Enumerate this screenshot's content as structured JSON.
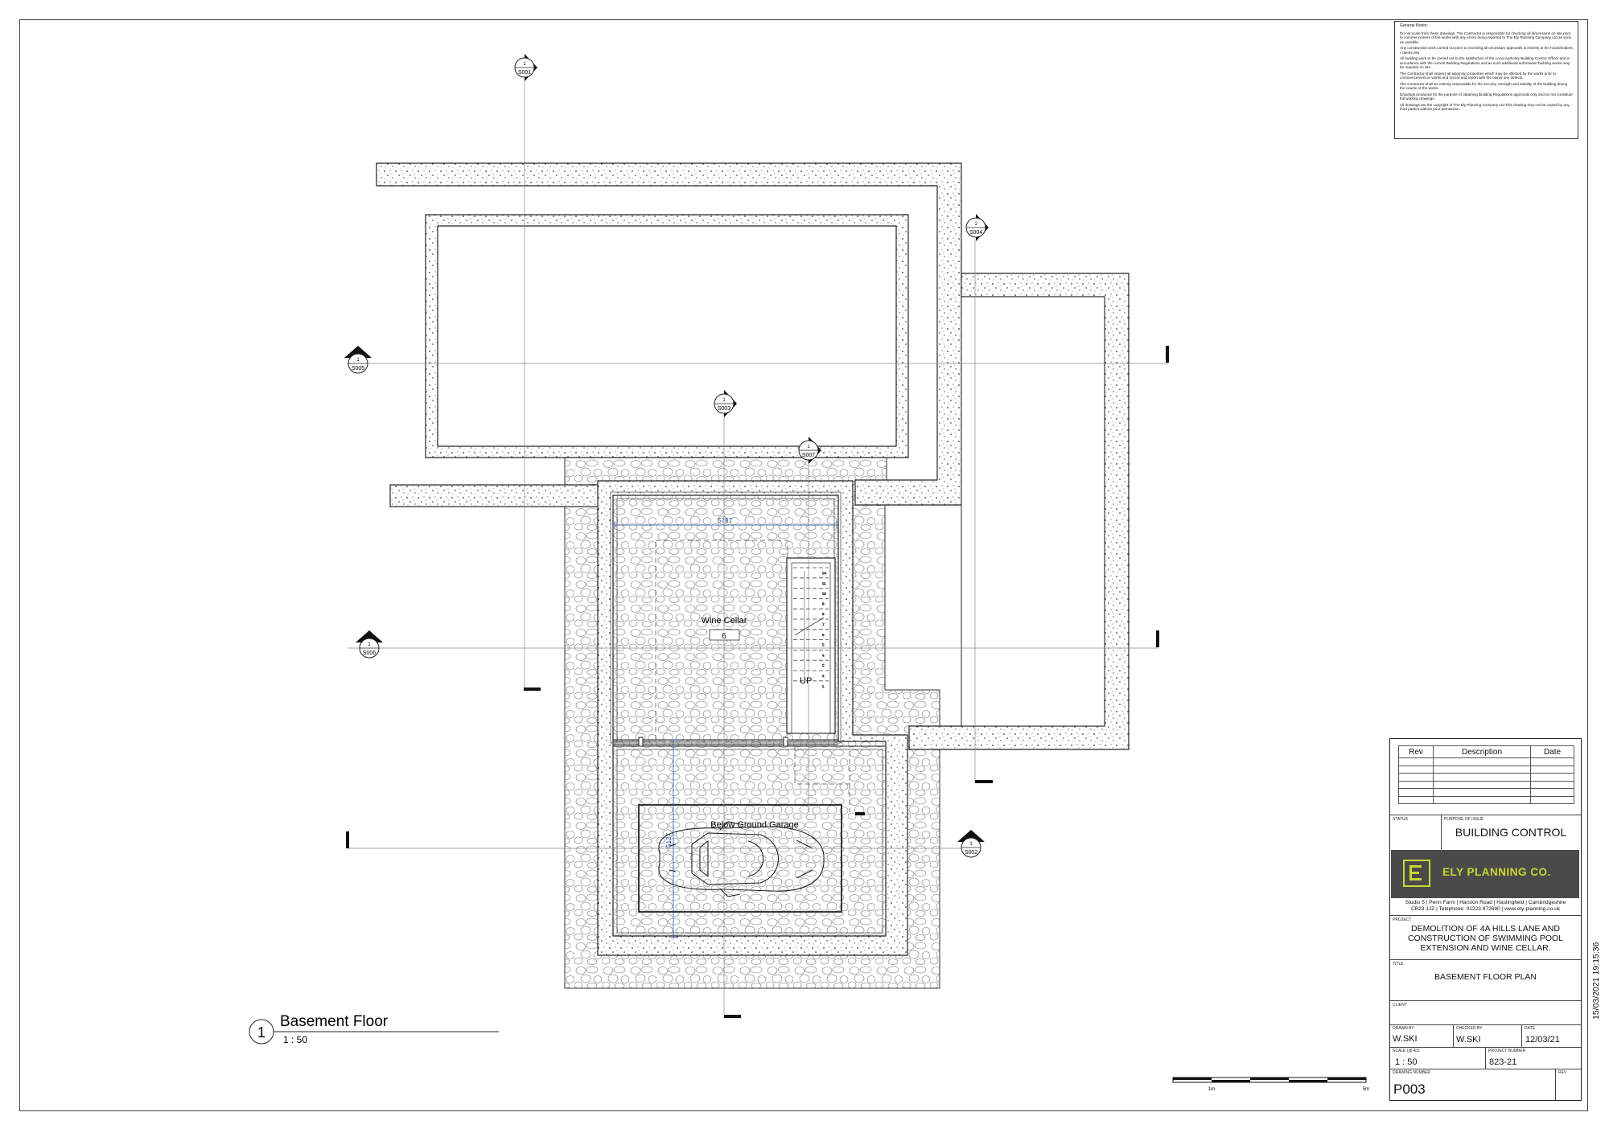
{
  "general_notes": {
    "title": "General Notes:",
    "items": [
      "Do not scale from these drawings. The Contractor is responsible for checking all dimensions on site prior to commencement of the works with any errors being reported to The Ely Planning Company Ltd as soon as possible.",
      "Any construction work carried out prior to receiving all necessary approvals is entirely at the householders / clients risk.",
      "All building work to be carried out to the satisfaction of the Local Authority Building Control Officer and in accordance with the current Building Regulations and as such additional unforeseen building works may be required on site.",
      "The Contractor shall inspect all adjoining properties which may be affected by the works prior to commencement or works and record and report with the owner any defects.",
      "The Contractor shall be entirely responsible for the security, strength and stability of the building during the course of the works.",
      "Drawings produced for the purpose of obtaining Building Regulations approvals only and do not constitute full working drawings.",
      "All drawings are the copyright of The Ely Planning Company Ltd.This drawing may not be copied by any third parties without prior permission."
    ]
  },
  "plan": {
    "sections": {
      "s001": {
        "num": "1",
        "ref": "S001"
      },
      "s002": {
        "num": "1",
        "ref": "S002"
      },
      "s003": {
        "num": "1",
        "ref": "S003"
      },
      "s004": {
        "num": "1",
        "ref": "S004"
      },
      "s005": {
        "num": "1",
        "ref": "S005"
      },
      "s006": {
        "num": "1",
        "ref": "S006"
      },
      "s007": {
        "num": "1",
        "ref": "S007"
      }
    },
    "dimension_width": "5787",
    "dimension_depth": "5127",
    "wine_cellar_label": "Wine Cellar",
    "wine_cellar_tag": "6",
    "garage_label": "Below Ground Garage",
    "stair_label": "UP",
    "stair_numbers": [
      "1",
      "2",
      "3",
      "4",
      "5",
      "6",
      "7",
      "8",
      "9",
      "10",
      "11",
      "12"
    ]
  },
  "view": {
    "number": "1",
    "title": "Basement Floor",
    "scale": "1 : 50"
  },
  "scale_bar": {
    "label_1m": "1m",
    "label_5m": "5m"
  },
  "title_block": {
    "rev_headers": [
      "Rev",
      "Description",
      "Date"
    ],
    "status_label": "STATUS",
    "purpose_label": "PURPOSE OF ISSUE",
    "purpose_value": "BUILDING CONTROL",
    "company_name": "ELY PLANNING CO.",
    "address_line1": "Studio 5 | Penn Farm | Harston Road | Haslingfield | Cambridgeshire",
    "address_line2": "CB23 1JZ | Telephone: 01223 872690 | www.ely-planning.co.uk",
    "project_label": "PROJECT",
    "project_line1": "DEMOLITION OF 4A HILLS LANE AND",
    "project_line2": "CONSTRUCTION OF SWIMMING POOL",
    "project_line3": "EXTENSION AND WINE CELLAR.",
    "title_label": "TITLE",
    "title_value": "BASEMENT FLOOR PLAN",
    "client_label": "CLIENT",
    "drawn_by_label": "DRAWN BY",
    "drawn_by": "W.SKI",
    "checked_by_label": "CHECKED BY",
    "checked_by": "W.SKI",
    "date_label": "DATE",
    "date": "12/03/21",
    "scale_label": "SCALE (@ A1)",
    "scale": "1 : 50",
    "project_number_label": "PROJECT NUMBER",
    "project_number": "823-21",
    "drawing_number_label": "DRAWING NUMBER",
    "drawing_number": "P003",
    "rev_label": "REV"
  },
  "timestamp": "15/03/2021 19:15:36",
  "colors": {
    "brand": "#c6d932",
    "logo_bg": "#4a4a4a",
    "dimension": "#1f4f9e"
  }
}
